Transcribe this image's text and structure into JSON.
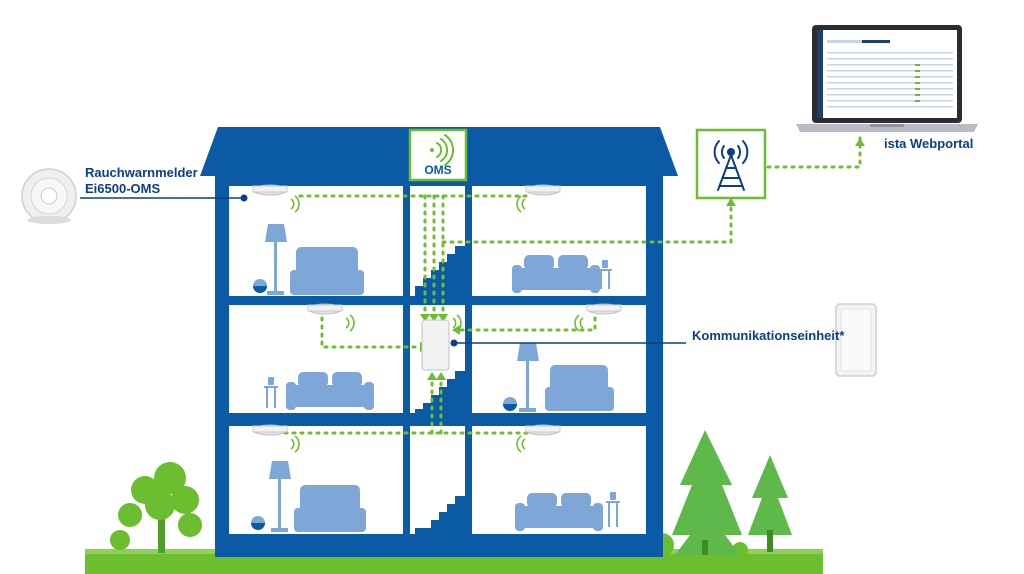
{
  "labels": {
    "smoke_detector_line1": "Rauchwarnmelder",
    "smoke_detector_line2": "Ei6500-OMS",
    "communication_unit": "Kommunikationseinheit*",
    "webportal": "ista Webportal",
    "oms_badge": "OMS"
  },
  "colors": {
    "house_blue": "#0b5aa6",
    "dark_blue": "#0b3e86",
    "furniture_blue": "#7ea6d6",
    "signal_green": "#6cbd2f",
    "grass_green": "#6cbd2f",
    "tree_green": "#5eb84a",
    "white": "#ffffff"
  },
  "icons": {
    "oms": "wireless-signal-icon",
    "tower": "radio-tower-icon",
    "laptop": "laptop-icon",
    "smoke_detector": "smoke-detector-icon",
    "gateway": "communication-unit-icon"
  }
}
